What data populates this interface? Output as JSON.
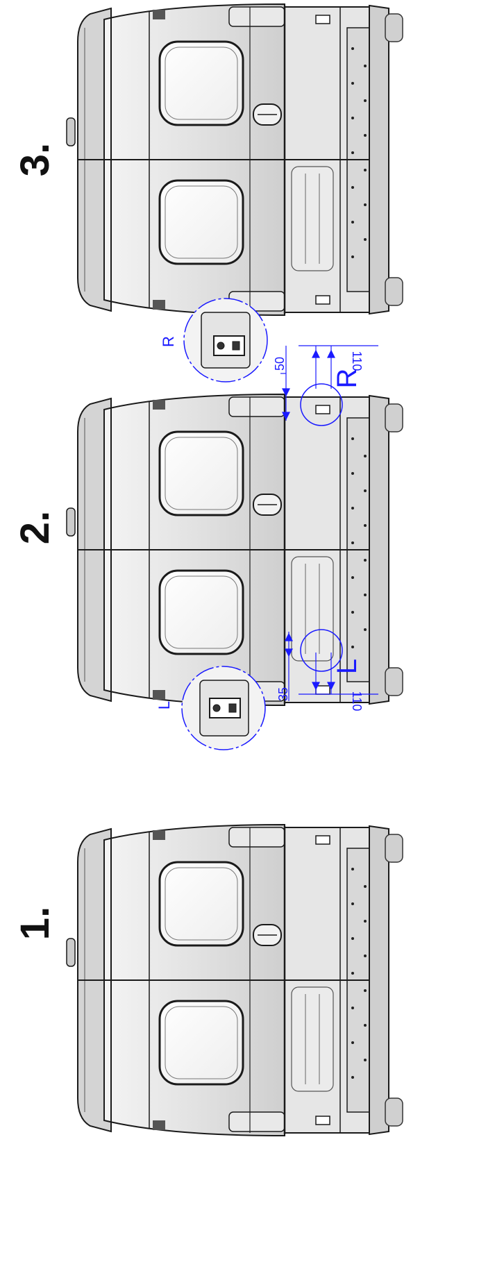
{
  "steps": [
    {
      "label": "1."
    },
    {
      "label": "2."
    },
    {
      "label": "3."
    }
  ],
  "callouts": {
    "left_detail_label": "L",
    "right_detail_label": "R",
    "left_marker": "L",
    "right_marker": "R"
  },
  "dimensions": {
    "left_offset": "35",
    "left_spacing": "110",
    "right_offset": "50",
    "right_spacing": "110"
  },
  "colors": {
    "annotation": "#1a1aff",
    "body_fill": "#dedede",
    "outline": "#1a1a1a"
  }
}
